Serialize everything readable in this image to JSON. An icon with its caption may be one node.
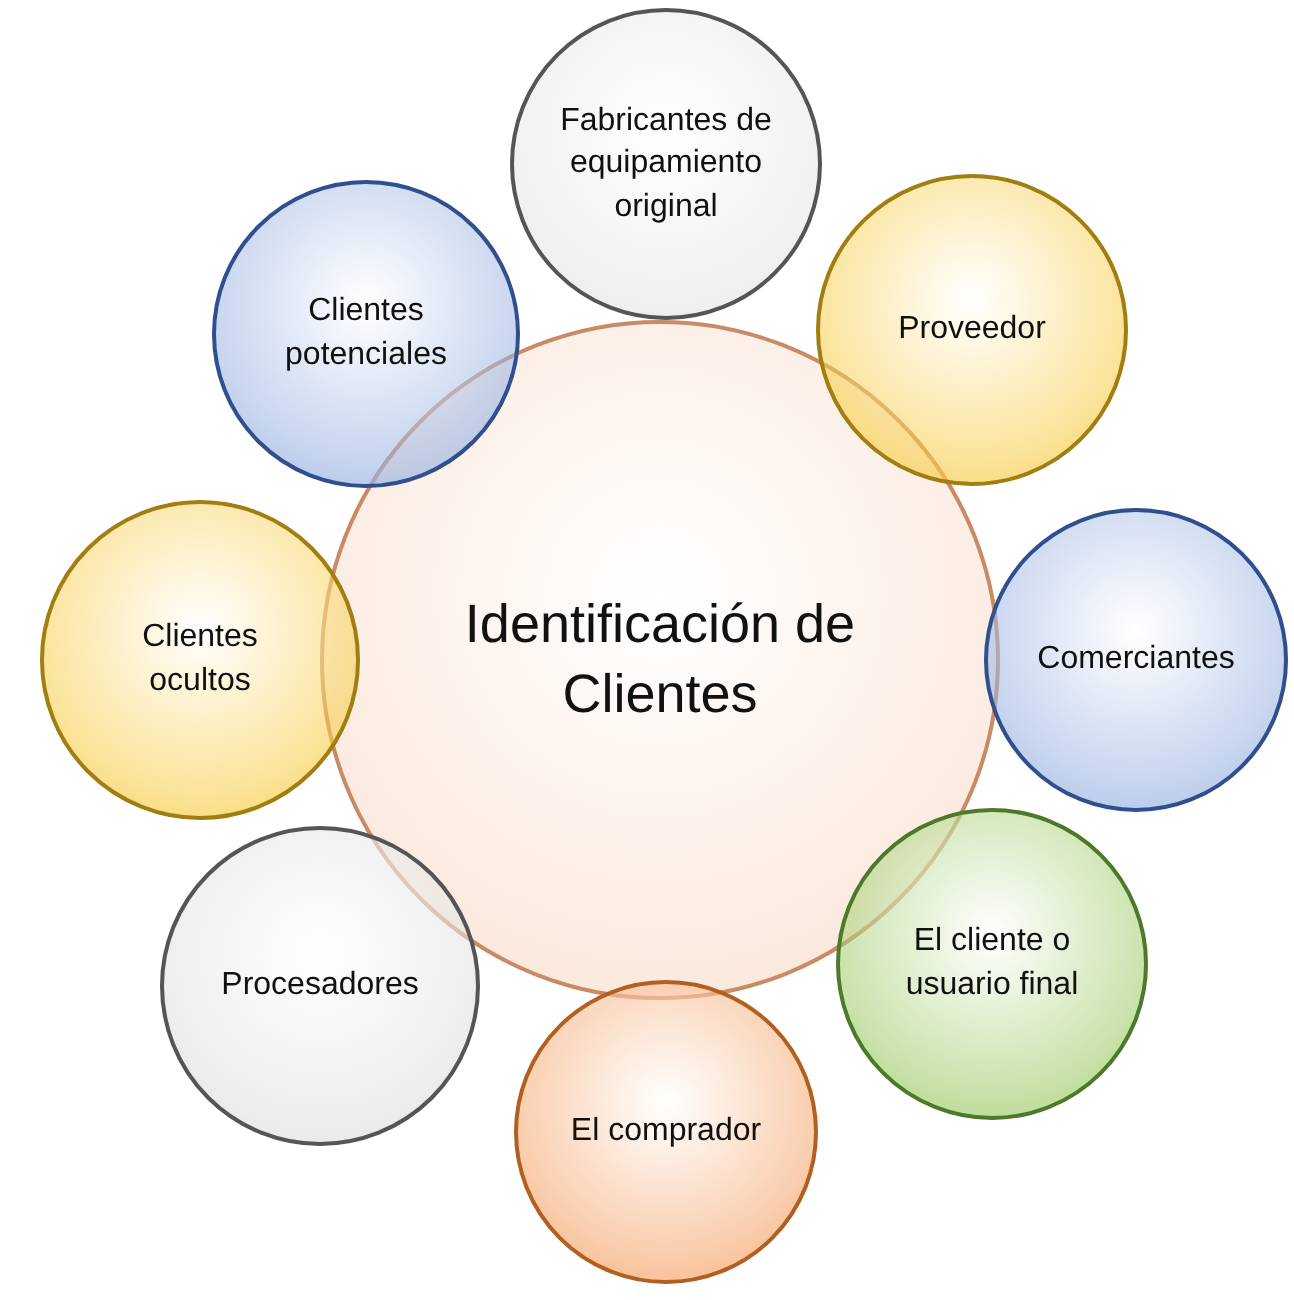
{
  "diagram": {
    "nodes": [
      {
        "text": [
          "Identificación de Clientes"
        ]
      },
      {
        "text": [
          "Fabricantes de equipamiento original"
        ]
      },
      {
        "text": [
          "Clientes potenciales"
        ]
      },
      {
        "text": [
          "Proveedor"
        ]
      },
      {
        "text": [
          "Clientes ocultos"
        ]
      },
      {
        "text": [
          "Comerciantes"
        ]
      },
      {
        "text": [
          "Procesadores"
        ]
      },
      {
        "text": [
          "El cliente o usuario final"
        ]
      },
      {
        "text": [
          "El comprador"
        ]
      }
    ]
  }
}
